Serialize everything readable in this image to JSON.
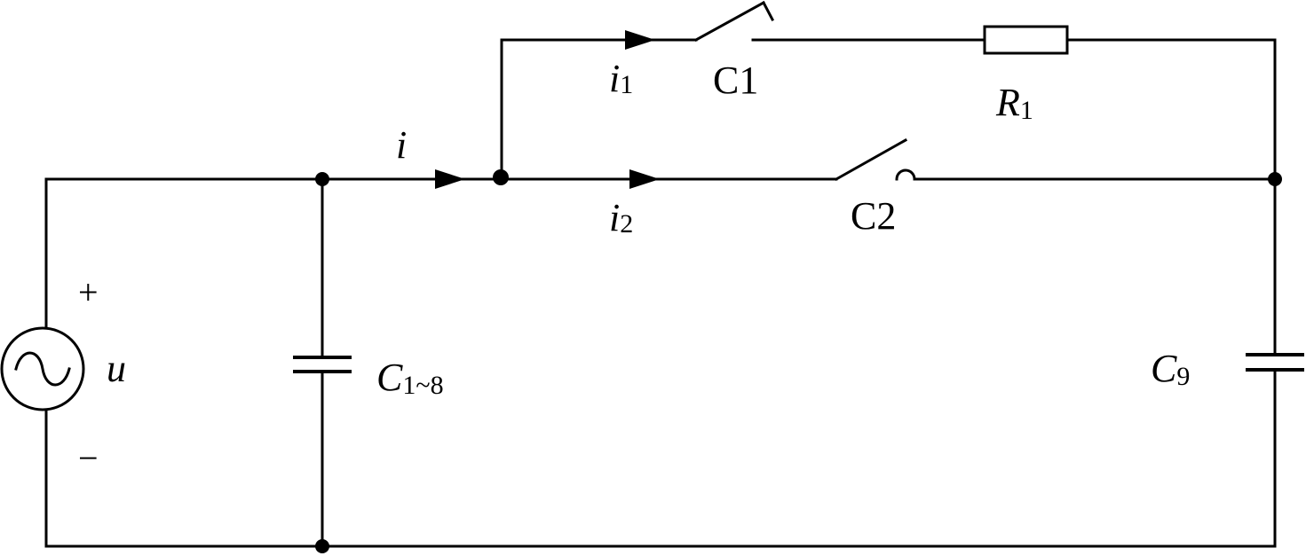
{
  "diagram": {
    "labels": {
      "i": "i",
      "i1_main": "i",
      "i1_sub": "1",
      "i2_main": "i",
      "i2_sub": "2",
      "c1": "C1",
      "c2": "C2",
      "r1_main": "R",
      "r1_sub": "1",
      "u": "u",
      "plus": "+",
      "minus": "−",
      "c18_main": "C",
      "c18_sub": "1~8",
      "c9_main": "C",
      "c9_sub": "9"
    }
  }
}
